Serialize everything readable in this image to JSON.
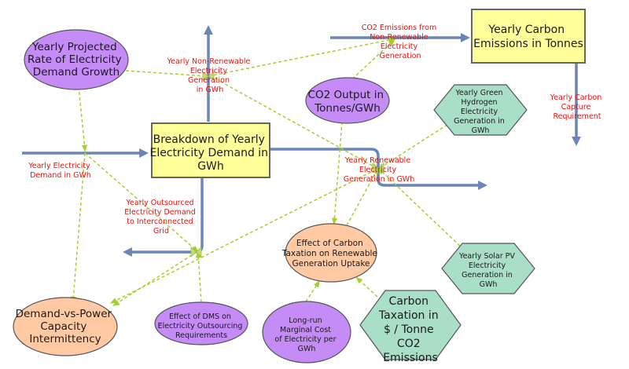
{
  "colors": {
    "stock_fill": "#ffff99",
    "stock_stroke": "#666666",
    "aux_purple": "#c58cf7",
    "aux_orange": "#ffc9a3",
    "aux_green": "#a8dfc6",
    "flow": "#6b85b8",
    "link": "#a6cf2e",
    "flow_label": "#e8120c"
  },
  "stocks": {
    "demand_breakdown": "Breakdown of Yearly Electricity Demand in GWh",
    "carbon_emissions": "Yearly Carbon Emissions in Tonnes"
  },
  "variables": {
    "demand_growth": "Yearly Projected Rate of Electricity Demand Growth",
    "co2_output": "CO2 Output in Tonnes/GWh",
    "green_hydrogen": "Yearly Green Hydrogen Electricity Generation in GWh",
    "solar_pv": "Yearly Solar PV Electricity Generation in GWh",
    "carbon_tax_effect": "Effect of Carbon Taxation on Renewable Generation Uptake",
    "carbon_taxation": "Carbon Taxation in $ / Tonne CO2 Emissions",
    "marginal_cost": "Long-run Marginal Cost of Electricity per GWh",
    "dms_effect": "Effect of DMS on Electricity Outsourcing Requirements",
    "intermittency": "Demand-vs-Power Capacity Intermittency"
  },
  "flows": {
    "demand": "Yearly Electricity Demand in GWh",
    "non_renewable": "Yearly Non-Renewable Electricity Generation in GWh",
    "co2_emissions": "CO2 Emissions from Non-Renewable Electricity Generation",
    "carbon_capture": "Yearly Carbon Capture Requirement",
    "renewable": "Yearly Renewable Electricity Generation in GWh",
    "outsourced": "Yearly Outsourced Electricity Demand to Interconnected Grid"
  }
}
